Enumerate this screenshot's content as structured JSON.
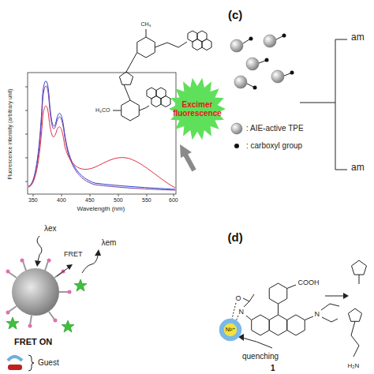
{
  "diagram": {
    "nodes": [
      {
        "text": [
          "Excimer fluorescence"
        ]
      },
      {
        "text": [
          "Ni²⁺"
        ]
      }
    ],
    "labels": [
      "Fluorescence intensity (arbitrary unit)",
      "Wavelength (nm)",
      "350",
      "400",
      "450",
      "500",
      "550",
      "600",
      "CH₃",
      "H₃CO",
      "(c)",
      "am",
      "am",
      "λex",
      "FRET",
      "λem",
      "FRET ON",
      "Guest",
      "(d)",
      "COOH",
      "O",
      "N",
      "N",
      "quenching",
      "1",
      "H₂N"
    ],
    "legend": [
      {
        "text": ": AIE-active TPE"
      },
      {
        "text": ": carboxyl group"
      }
    ]
  }
}
